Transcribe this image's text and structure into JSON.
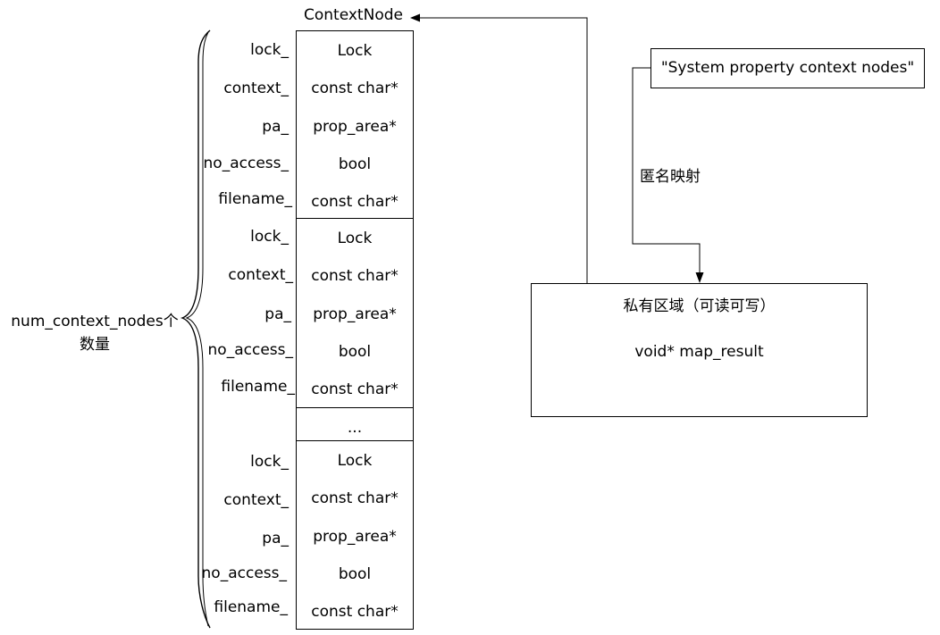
{
  "diagram": {
    "struct_title": "ContextNode",
    "brace_label_line1": "num_context_nodes个",
    "brace_label_line2": "数量",
    "node_a": {
      "fields": [
        "lock_",
        "context_",
        "pa_",
        "no_access_",
        "filename_"
      ],
      "types": [
        "Lock",
        "const char*",
        "prop_area*",
        "bool",
        "const char*"
      ]
    },
    "node_b": {
      "fields": [
        "lock_",
        "context_",
        "pa_",
        "no_access_",
        "filename_"
      ],
      "types": [
        "Lock",
        "const char*",
        "prop_area*",
        "bool",
        "const char*"
      ]
    },
    "ellipsis": "...",
    "node_c": {
      "fields": [
        "lock_",
        "context_",
        "pa_",
        "no_access_",
        "filename_"
      ],
      "types": [
        "Lock",
        "const char*",
        "prop_area*",
        "bool",
        "const char*"
      ]
    },
    "mapped_name": "\"System property context nodes\"",
    "anon_label": "匿名映射",
    "private_title": "私有区域（可读可写）",
    "private_value": "void* map_result"
  }
}
